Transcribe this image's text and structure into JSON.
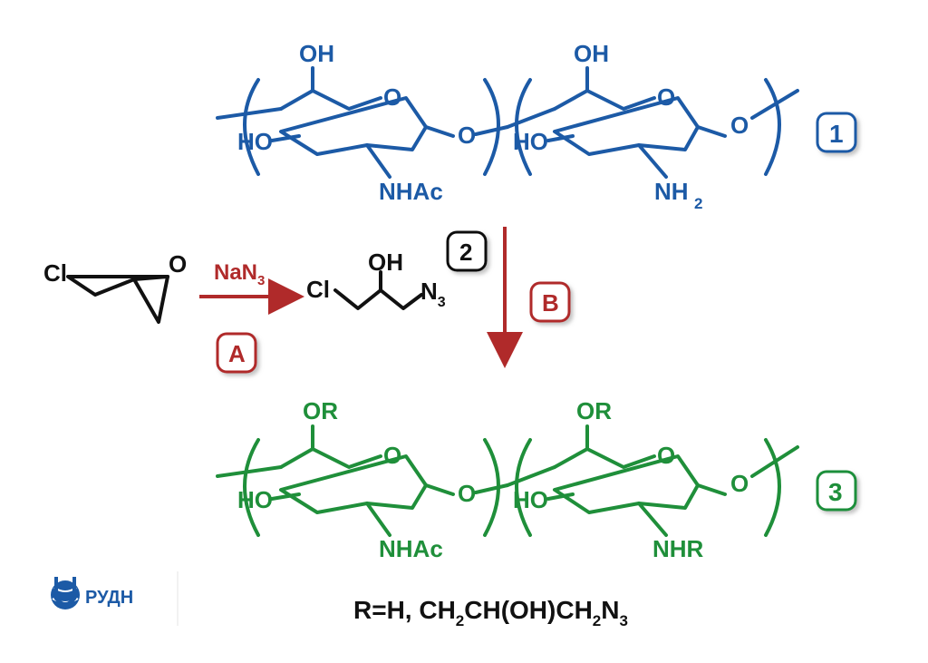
{
  "colors": {
    "chitin": "#1c5aa6",
    "product": "#1f8f3a",
    "reagent": "#b02a2a",
    "text": "#111111",
    "badge_shadow": "#cfcfcf"
  },
  "structure_1": {
    "label": "1",
    "unit_a": {
      "top": "OH",
      "ring_o": "O",
      "left": "HO",
      "link_o": "O",
      "bottom": "NHAc"
    },
    "unit_b": {
      "top": "OH",
      "ring_o": "O",
      "left": "HO",
      "link_o": "O",
      "bottom": "NH",
      "bottom_sub": "2"
    }
  },
  "structure_3": {
    "label": "3",
    "unit_a": {
      "top": "OR",
      "ring_o": "O",
      "left": "HO",
      "link_o": "O",
      "bottom": "NHAc"
    },
    "unit_b": {
      "top": "OR",
      "ring_o": "O",
      "left": "HO",
      "link_o": "O",
      "bottom": "NHR"
    }
  },
  "epichlorohydrin": {
    "cl": "Cl",
    "o": "O"
  },
  "step_a": {
    "reagent": "NaN",
    "reagent_sub": "3",
    "badge": "A"
  },
  "compound_2": {
    "cl": "Cl",
    "oh": "OH",
    "n": "N",
    "n_sub": "3",
    "badge": "2"
  },
  "step_b": {
    "badge": "B"
  },
  "r_definition": {
    "parts": [
      "R=H, CH",
      "2",
      "CH(OH)CH",
      "2",
      "N",
      "3"
    ]
  },
  "logo": {
    "text": "РУДН"
  }
}
